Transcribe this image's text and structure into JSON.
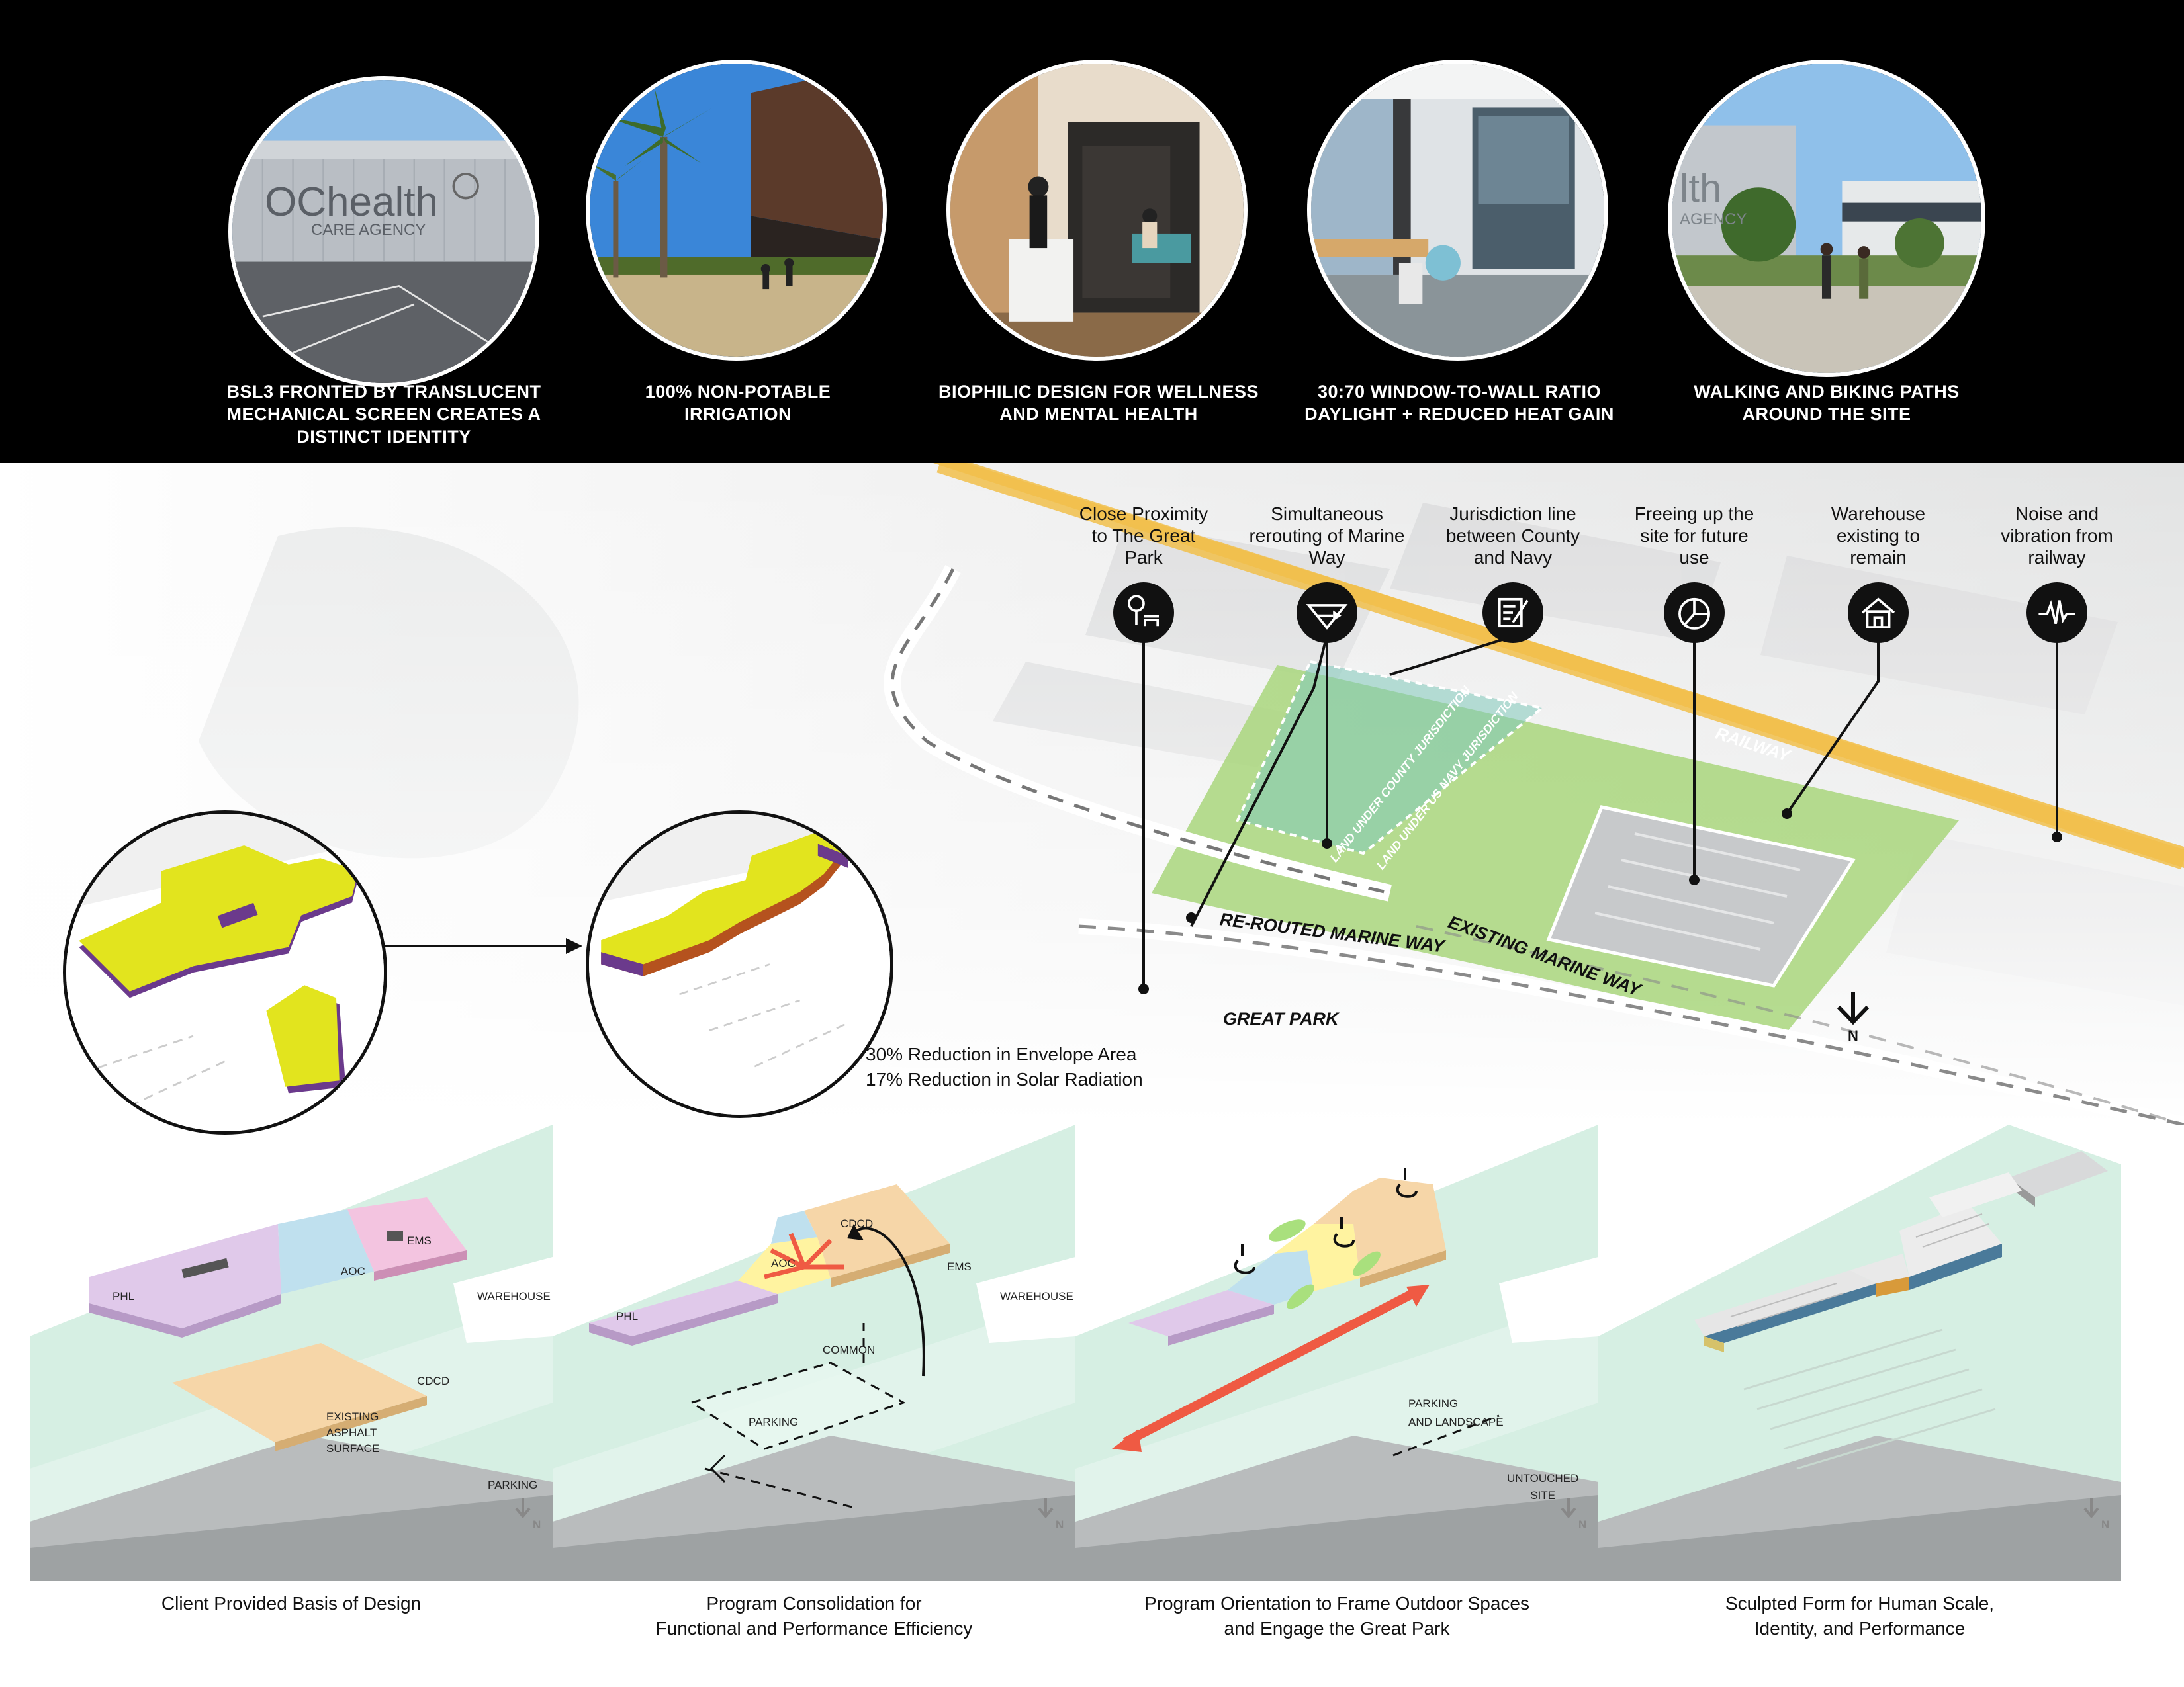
{
  "photos": [
    {
      "caption": "BSL3 FRONTED BY TRANSLUCENT\nMECHANICAL SCREEN CREATES A\nDISTINCT IDENTITY",
      "sign_brand": "health",
      "sign_sub": "CARE AGENCY",
      "sign_prefix": "OC"
    },
    {
      "caption": "100% NON-POTABLE\nIRRIGATION"
    },
    {
      "caption": "BIOPHILIC DESIGN FOR WELLNESS\nAND MENTAL HEALTH"
    },
    {
      "caption": "30:70 WINDOW-TO-WALL RATIO\nDAYLIGHT + REDUCED HEAT GAIN"
    },
    {
      "caption": "WALKING AND BIKING PATHS\nAROUND THE SITE",
      "sign_partial": "lth",
      "sign_sub": "AGENCY"
    }
  ],
  "site_icons": [
    {
      "label": "Close Proximity\nto The Great\nPark",
      "icon": "tree-bench-icon"
    },
    {
      "label": "Simultaneous\nrerouting of Marine\nWay",
      "icon": "reroute-arrow-icon"
    },
    {
      "label": "Jurisdiction line\nbetween County\nand Navy",
      "icon": "document-pen-icon"
    },
    {
      "label": "Freeing up the\nsite for future\nuse",
      "icon": "pie-chart-icon"
    },
    {
      "label": "Warehouse\nexisting to\nremain",
      "icon": "house-icon"
    },
    {
      "label": "Noise and\nvibration from\nrailway",
      "icon": "waveform-icon"
    }
  ],
  "map_labels": {
    "railway": "RAILWAY",
    "rerouted": "RE-ROUTED MARINE WAY",
    "existing": "EXISTING MARINE WAY",
    "great_park": "GREAT PARK",
    "county": "LAND UNDER COUNTY JURISDICTION",
    "navy": "LAND UNDER US NAVY JURISDICTION",
    "north": "N"
  },
  "reduction": {
    "line1": "30% Reduction in Envelope Area",
    "line2": "17% Reduction in Solar Radiation"
  },
  "panels": [
    {
      "caption": "Client Provided Basis of Design",
      "labels": {
        "phl": "PHL",
        "aoc": "AOC",
        "ems": "EMS",
        "warehouse": "WAREHOUSE",
        "cdcd": "CDCD",
        "asphalt": "EXISTING\nASPHALT\nSURFACE",
        "parking": "PARKING",
        "north": "N"
      }
    },
    {
      "caption": "Program Consolidation for\nFunctional and Performance Efficiency",
      "labels": {
        "phl": "PHL",
        "aoc": "AOC",
        "cdcd": "CDCD",
        "ems": "EMS",
        "warehouse": "WAREHOUSE",
        "common": "COMMON",
        "parking": "PARKING",
        "north": "N"
      }
    },
    {
      "caption": "Program Orientation to Frame Outdoor Spaces\nand Engage the Great Park",
      "labels": {
        "parking": "PARKING\nAND LANDSCAPE",
        "untouched": "UNTOUCHED\nSITE",
        "north": "N"
      }
    },
    {
      "caption": "Sculpted Form for Human Scale,\nIdentity, and Performance",
      "labels": {
        "north": "N"
      }
    }
  ],
  "colors": {
    "massing_yellow": "#e2e41e",
    "massing_purple": "#6b3a8c",
    "site_green": "#a9d67d",
    "railway_orange": "#f2c04c",
    "arrow_red": "#ef5a43",
    "phl_purple": "#e0c9ea",
    "aoc_blue": "#bfe0ee",
    "ems_pink": "#f3c4e0",
    "cdcd_peach": "#f6d6a8",
    "site_mint": "#d6efe3"
  }
}
